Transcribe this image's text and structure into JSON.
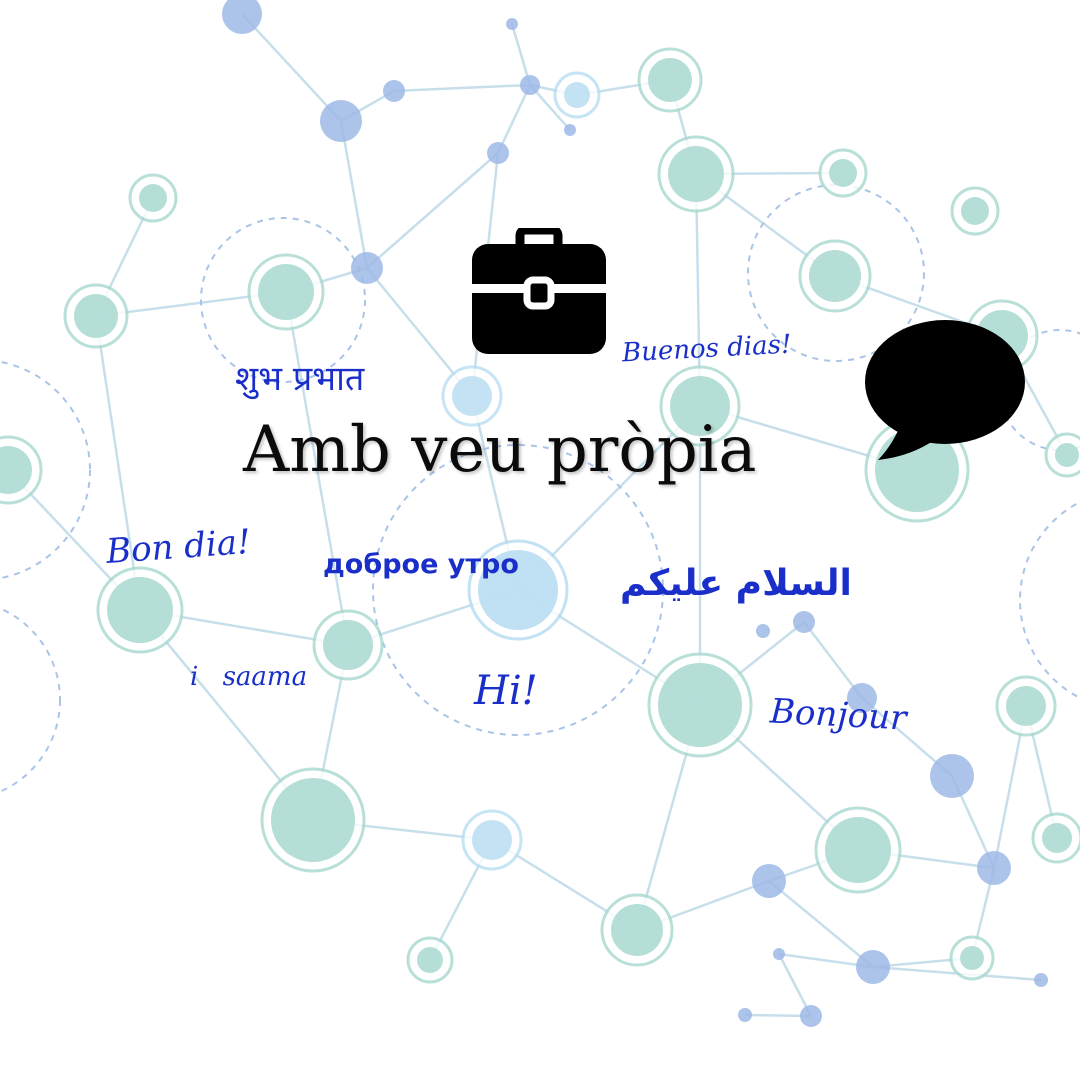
{
  "title": "Amb veu pròpia",
  "greetings": {
    "hindi": "शुभ प्रभात",
    "spanish": "Buenos dias!",
    "catalan": "Bon dia!",
    "russian": "доброе утро",
    "arabic": "السلام عليكم",
    "isaama": "i saama",
    "english": "Hi!",
    "french": "Bonjour"
  },
  "icons": [
    "briefcase-icon",
    "speech-bubble-icon"
  ],
  "colors": {
    "greeting_text": "#1a2fc9",
    "title_text": "#0b0b0b",
    "network_teal": "#a8d8d0",
    "network_blue": "#9db8e6",
    "network_line": "#bcd9ea"
  }
}
